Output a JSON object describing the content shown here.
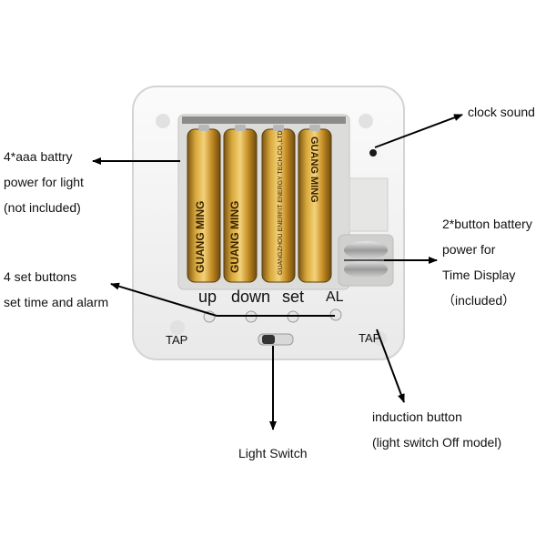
{
  "callouts": {
    "battery_light": [
      "4*aaa battry",
      "power for light",
      "(not included)"
    ],
    "set_buttons": [
      "4 set buttons",
      "set time and alarm"
    ],
    "clock_sound": [
      "clock sound"
    ],
    "button_battery": [
      "2*button battery",
      "power for",
      "Time Display",
      "（included）"
    ],
    "induction": [
      "induction button",
      "(light switch Off model)"
    ],
    "light_switch": [
      "Light Switch"
    ]
  },
  "device_labels": {
    "up": "up",
    "down": "down",
    "set": "set",
    "al": "AL",
    "tap_left": "TAP",
    "tap_right": "TAP"
  },
  "battery_print": {
    "brand": "GUANG MING",
    "maker": "GUANGZHOU ENERFIT ENERGY TECH.CO.,LTD"
  },
  "colors": {
    "housing": "#f4f4f4",
    "compartment": "#e4e4e2",
    "battery_gold": "#c8962a",
    "arrow": "#000000"
  }
}
